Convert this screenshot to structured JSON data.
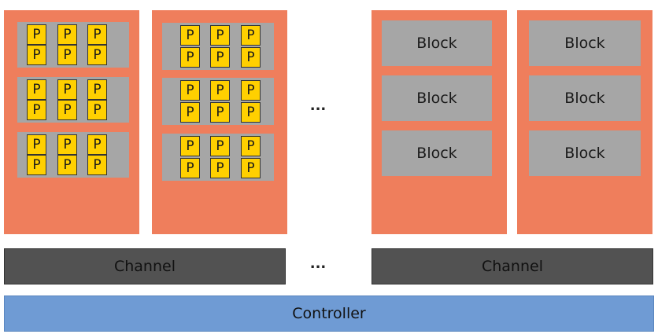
{
  "page_label": "P",
  "block_label": "Block",
  "ellipsis": "...",
  "channels": [
    "Channel",
    "Channel"
  ],
  "controller": "Controller"
}
